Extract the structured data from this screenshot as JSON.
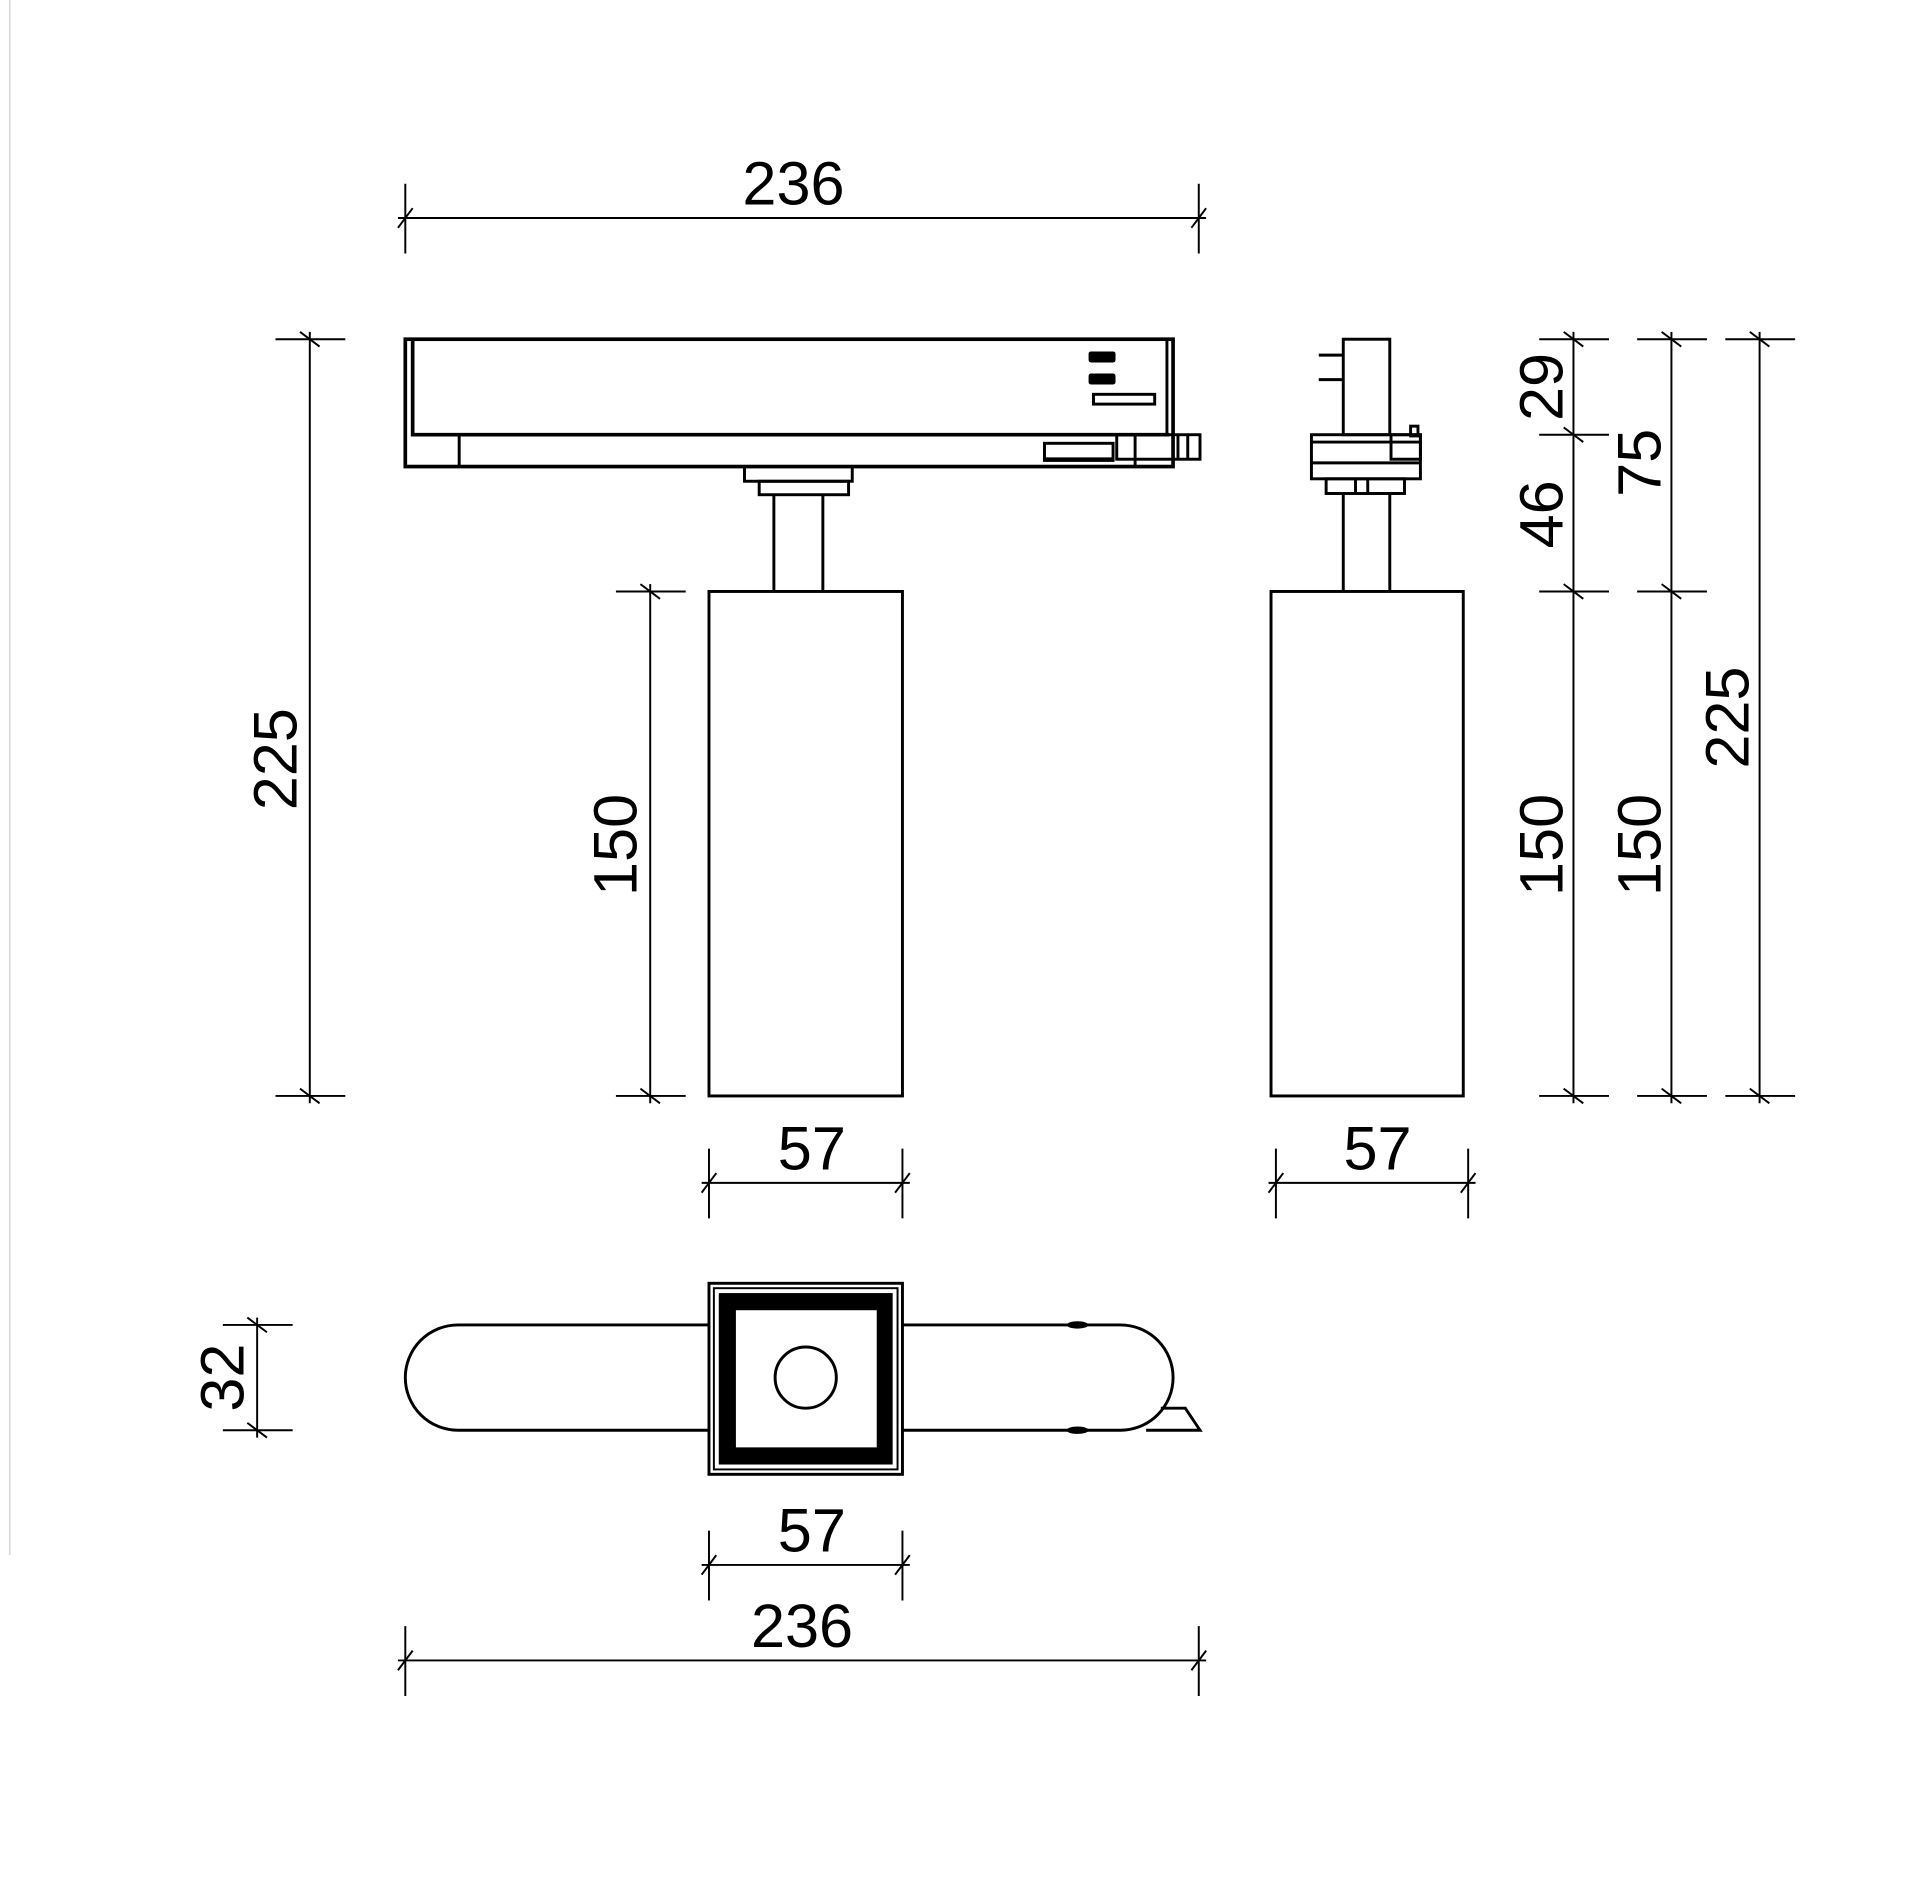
{
  "drawing": {
    "front_view": {
      "width_label": "236",
      "height_label": "225",
      "body_height_label": "150",
      "body_width_label": "57"
    },
    "side_view": {
      "body_width_label": "57",
      "adapter_top_label": "29",
      "adapter_bottom_label": "46",
      "adapter_total_label": "75",
      "body_height_label_a": "150",
      "body_height_label_b": "150",
      "total_height_label": "225"
    },
    "bottom_view": {
      "depth_label": "32",
      "body_width_label": "57",
      "width_label": "236"
    },
    "colors": {
      "line": "#000000",
      "background": "#ffffff"
    }
  }
}
